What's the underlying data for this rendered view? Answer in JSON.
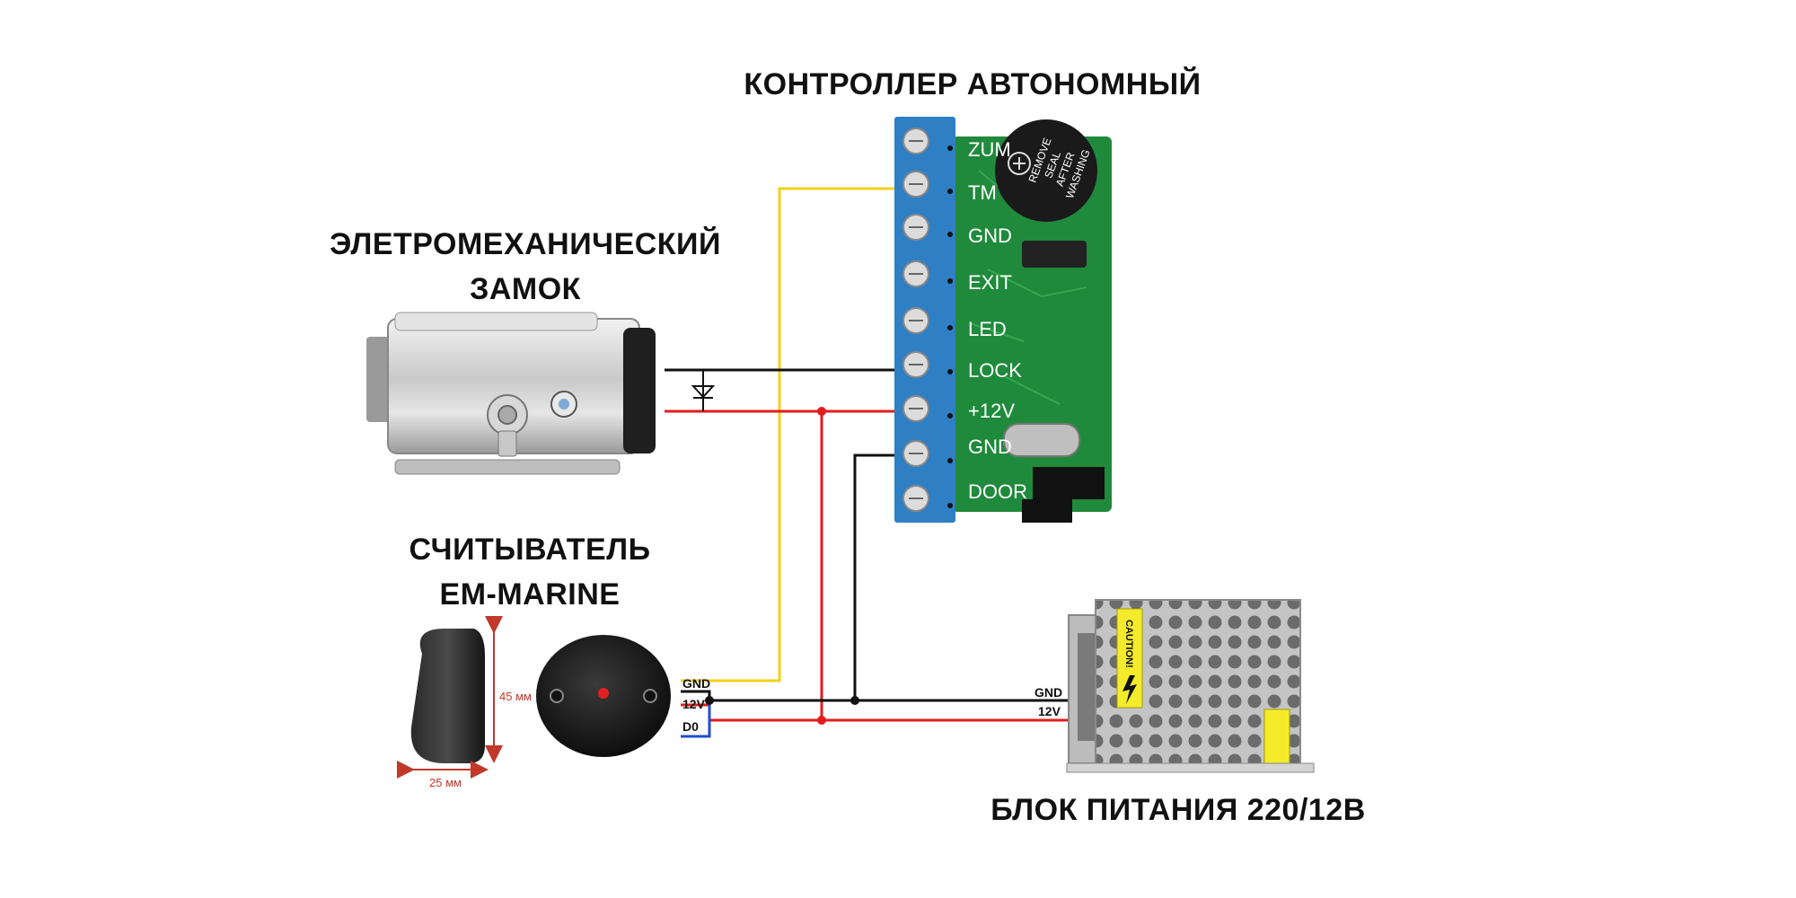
{
  "titles": {
    "controller": "КОНТРОЛЛЕР АВТОНОМНЫЙ",
    "lock_line1": "ЭЛЕТРОМЕХАНИЧЕСКИЙ",
    "lock_line2": "ЗАМОК",
    "reader_line1": "СЧИТЫВАТЕЛЬ",
    "reader_line2": "EM-MARINE",
    "psu": "БЛОК ПИТАНИЯ 220/12В"
  },
  "controller": {
    "pins": [
      "ZUM",
      "TM",
      "GND",
      "EXIT",
      "LED",
      "LOCK",
      "+12V",
      "GND",
      "DOOR"
    ],
    "buzzer_text": [
      "REMOVE",
      "SEAL",
      "AFTER",
      "WASHING"
    ],
    "board_color": "#1f8a3c",
    "terminal_color": "#2f7fc4"
  },
  "reader": {
    "wires": [
      "GND",
      "12V",
      "D0"
    ],
    "dim_height": "45 мм",
    "dim_width": "25 мм"
  },
  "psu": {
    "terminals": [
      "GND",
      "12V"
    ],
    "caution": "CAUTION!"
  },
  "wire_colors": {
    "yellow": "#f2d21b",
    "red": "#e21d1d",
    "black": "#111111",
    "blue": "#1f4fd1"
  }
}
